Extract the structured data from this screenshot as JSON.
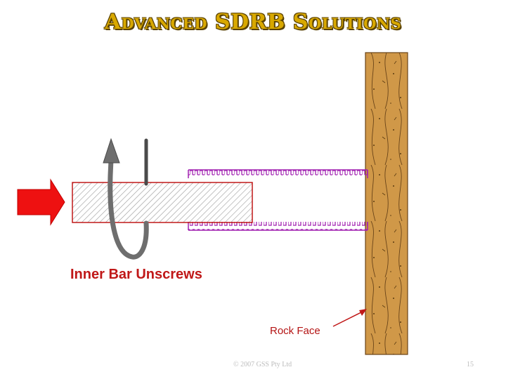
{
  "slide": {
    "title": "Advanced SDRB Solutions",
    "labels": {
      "inner_bar": "Inner Bar Unscrews",
      "rock_face": "Rock Face"
    },
    "footer": {
      "copyright": "© 2007 GSS Pty Ltd",
      "page_number": "15"
    }
  },
  "colors": {
    "title": "#d8a800",
    "label_red": "#c01818",
    "push_arrow": "#ee1111",
    "sleeve_outline": "#a020b0",
    "rock": "#d09848",
    "rotation_arrow": "#6e6e6e"
  },
  "icons": [
    "push-arrow",
    "rotation-arrow",
    "pointer-arrow"
  ]
}
